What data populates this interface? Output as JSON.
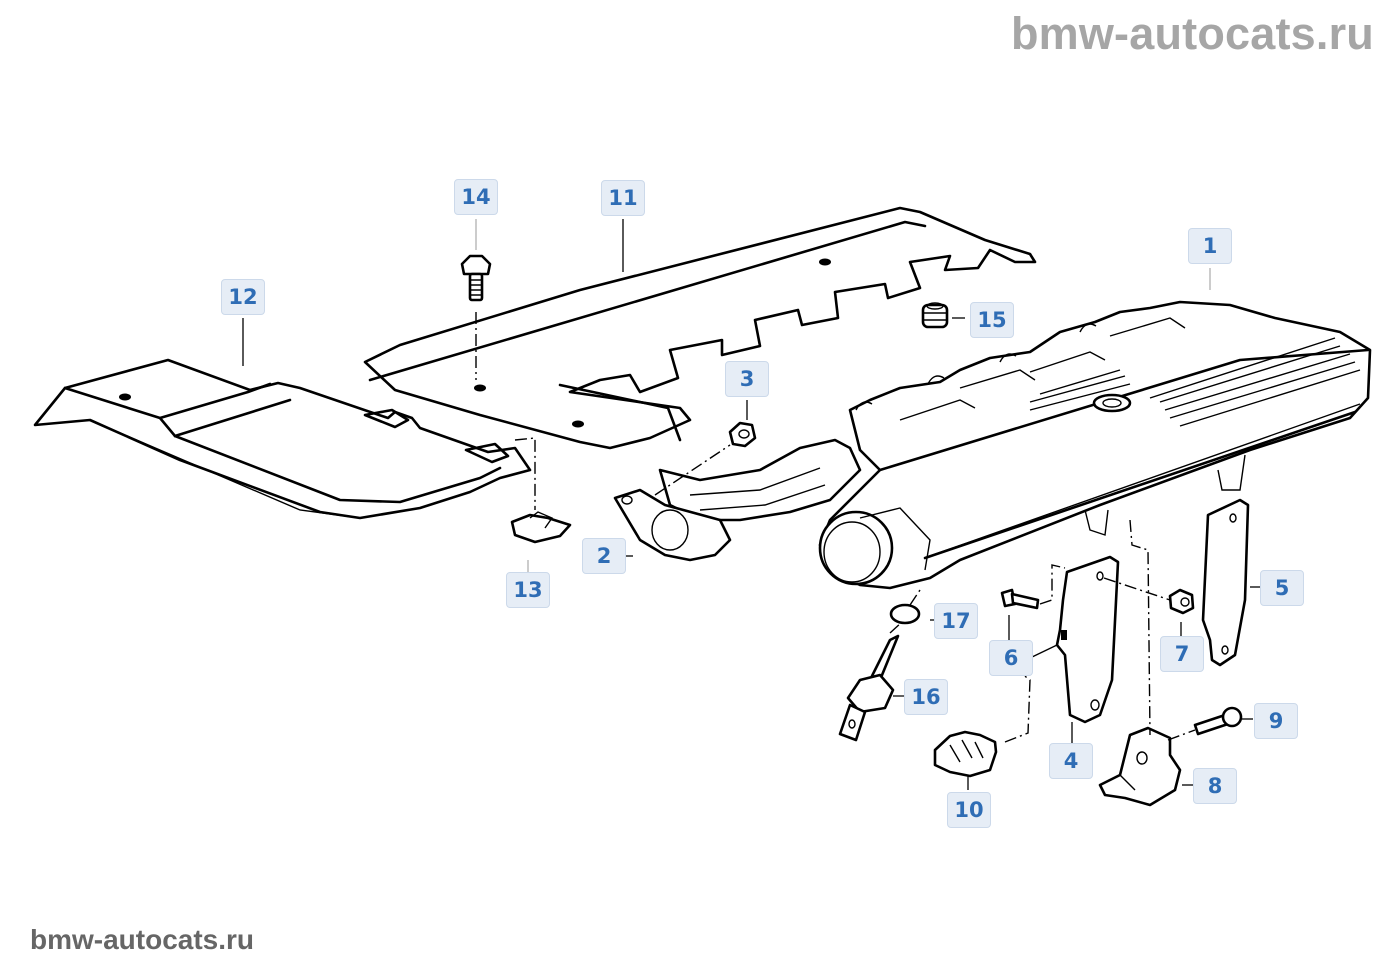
{
  "watermark": {
    "top": "bmw-autocats.ru",
    "bottom": "bmw-autocats.ru"
  },
  "diagram": {
    "title": "Intake manifold system exploded view",
    "colors": {
      "callout_text": "#2f6db5",
      "callout_bg": "#e6edf6",
      "callout_border": "#ccd9ea",
      "watermark_top": "#a6a6a6",
      "watermark_bottom": "#666666"
    },
    "parts": [
      {
        "number": "1",
        "part": "intake-manifold"
      },
      {
        "number": "2",
        "part": "gasket"
      },
      {
        "number": "3",
        "part": "hex-nut"
      },
      {
        "number": "4",
        "part": "bracket"
      },
      {
        "number": "5",
        "part": "bracket"
      },
      {
        "number": "6",
        "part": "bolt"
      },
      {
        "number": "7",
        "part": "nut"
      },
      {
        "number": "8",
        "part": "holder"
      },
      {
        "number": "9",
        "part": "bolt"
      },
      {
        "number": "10",
        "part": "clip"
      },
      {
        "number": "11",
        "part": "cover"
      },
      {
        "number": "12",
        "part": "cover"
      },
      {
        "number": "13",
        "part": "clip-nut"
      },
      {
        "number": "14",
        "part": "screw"
      },
      {
        "number": "15",
        "part": "grommet"
      },
      {
        "number": "16",
        "part": "temperature-sensor"
      },
      {
        "number": "17",
        "part": "sealing-ring"
      }
    ]
  }
}
